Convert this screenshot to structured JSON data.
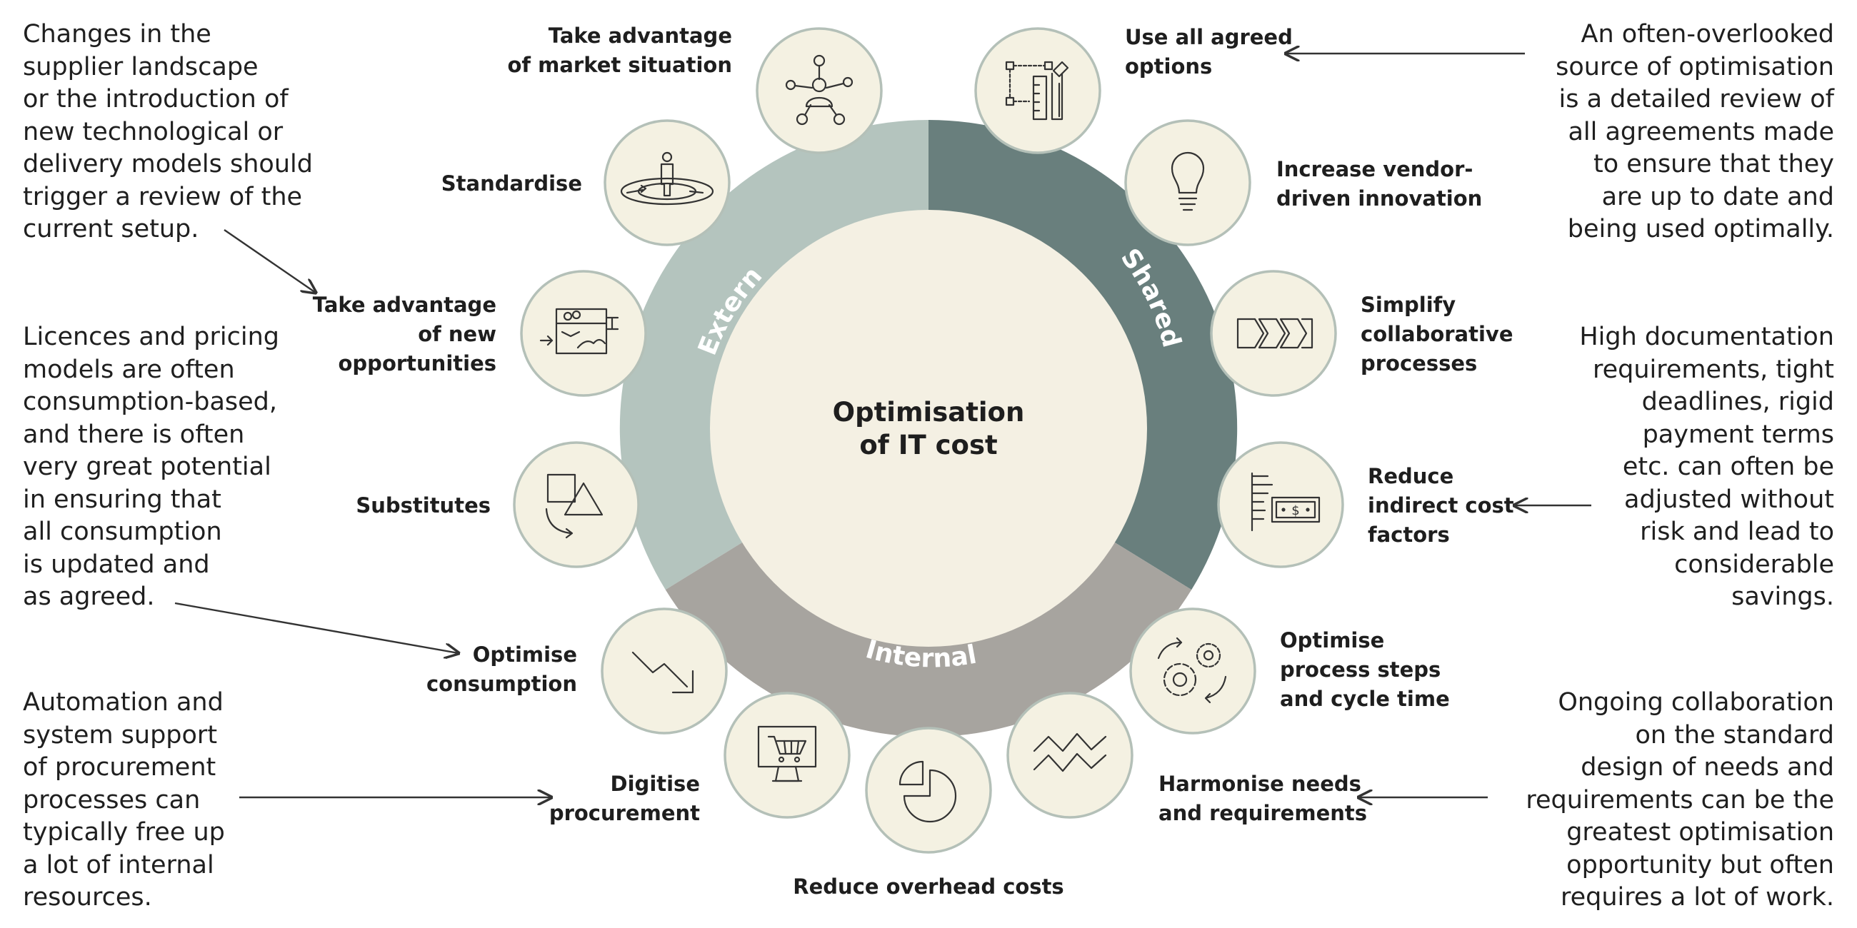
{
  "colors": {
    "external": "#b4c4be",
    "shared": "#697f7d",
    "internal": "#a7a49f",
    "center": "#f4f0e3",
    "circle_fill": "#f4f1e2",
    "circle_stroke": "#b4c0b8",
    "arrow": "#333333"
  },
  "center_title": "Optimisation\nof IT cost",
  "segments": {
    "external": "External",
    "shared": "Shared",
    "internal": "Internal"
  },
  "labels": {
    "market": "Take advantage\nof market situation",
    "standardise": "Standardise",
    "new_opps": "Take advantage\nof new\nopportunities",
    "substitutes": "Substitutes",
    "consumption": "Optimise\nconsumption",
    "digitise": "Digitise\nprocurement",
    "overhead": "Reduce overhead costs",
    "harmonise": "Harmonise needs\nand requirements",
    "process_steps": "Optimise\nprocess steps\nand cycle time",
    "indirect": "Reduce\nindirect cost\nfactors",
    "simplify": "Simplify\ncollaborative\nprocesses",
    "vendor": "Increase vendor-\ndriven innovation",
    "agreed": "Use all agreed\noptions"
  },
  "paragraphs": {
    "p1": "Changes in the\nsupplier landscape\nor the introduction of\nnew technological or\ndelivery models should\ntrigger a review of the\ncurrent setup.",
    "p2": "Licences and pricing\nmodels are often\nconsumption-based,\nand there is often\nvery great potential\nin ensuring that\nall consumption\nis updated and\nas agreed.",
    "p3": "Automation and\nsystem support\nof procurement\nprocesses can\ntypically free up\na lot of internal\nresources.",
    "p4": "An often-overlooked\nsource of optimisation\nis a detailed review of\nall agreements made\nto ensure that they\nare up to date and\nbeing used optimally.",
    "p5": "High documentation\nrequirements, tight\ndeadlines, rigid\npayment terms\netc. can often be\nadjusted without\nrisk and lead to\nconsiderable\nsavings.",
    "p6": "Ongoing collaboration\non the standard\ndesign of needs and\nrequirements can be the\ngreatest optimisation\nopportunity but often\nrequires a lot of work."
  },
  "icons": {
    "market": "network-people-icon",
    "standardise": "person-on-target-icon",
    "new_opps": "opportunity-board-icon",
    "substitutes": "shapes-swap-icon",
    "consumption": "trend-down-arrow-icon",
    "digitise": "monitor-cart-icon",
    "overhead": "pie-chart-icon",
    "harmonise": "zigzag-lines-icon",
    "process_steps": "gears-icon",
    "indirect": "document-money-icon",
    "simplify": "process-chevrons-icon",
    "vendor": "lightbulb-icon",
    "agreed": "blueprint-tools-icon"
  }
}
